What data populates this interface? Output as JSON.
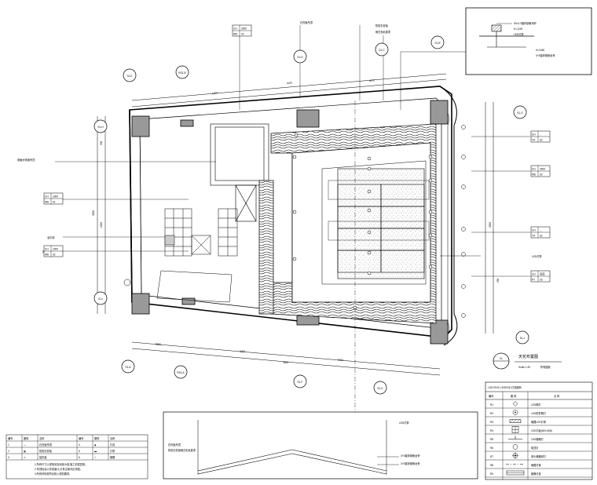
{
  "title_block": {
    "symbol": "01",
    "title": "天花布置图",
    "scale": "Scale 1:30",
    "subtitle": "所有图纸"
  },
  "legend": {
    "heading": "LIGHTING LEGEND 灯具图例",
    "columns": [
      "编号",
      "图 例",
      "名 称"
    ],
    "rows": [
      {
        "code": "R1",
        "symbol": "diamond",
        "name": "LED筒灯"
      },
      {
        "code": "R2",
        "symbol": "circle-dot",
        "name": "LED防雾筒灯"
      },
      {
        "code": "R3",
        "symbol": "strip",
        "name": "暗藏LED灯带"
      },
      {
        "code": "R4",
        "symbol": "grid-panel",
        "name": "LED平板(600×600)"
      },
      {
        "code": "R5",
        "symbol": "pendant",
        "name": "LED格栅灯"
      },
      {
        "code": "R6",
        "symbol": "circle",
        "name": "吸顶灯"
      },
      {
        "code": "R7",
        "symbol": "cross-circle",
        "name": "单头格栅射灯"
      },
      {
        "code": "R8",
        "symbol": "dash-line",
        "name": "暗藏灯管"
      },
      {
        "code": "R9",
        "symbol": "double-bar",
        "name": "格栅灯盘"
      }
    ]
  },
  "section_markers": [
    {
      "id": "S1-A",
      "label": "S1-A"
    },
    {
      "id": "S1-B",
      "label": "S1-B"
    },
    {
      "id": "S1-C",
      "label": "S1-C"
    },
    {
      "id": "S1-D",
      "label": "S1-D"
    },
    {
      "id": "S1-E",
      "label": "S1-E"
    },
    {
      "id": "S1-F",
      "label": "S1-F"
    },
    {
      "id": "S1-G",
      "label": "S1-G"
    },
    {
      "id": "S1-H",
      "label": "S1-H"
    },
    {
      "id": "S1-I",
      "label": "S1-I"
    },
    {
      "id": "S1-J",
      "label": "S1-J"
    },
    {
      "id": "RS1-A",
      "label": "RS1-A"
    },
    {
      "id": "RS1-B",
      "label": "RS1-B"
    }
  ],
  "ceiling_tags": [
    {
      "top": "CH",
      "top_val": "2500",
      "bottom": "WD",
      "bottom_val": "02"
    },
    {
      "top": "CH",
      "top_val": "...",
      "bottom": "TH",
      "bottom_val": "02"
    },
    {
      "top": "CH",
      "top_val": "2300",
      "bottom": "WD",
      "bottom_val": "01"
    },
    {
      "top": "CH",
      "top_val": "2500",
      "bottom": "WD",
      "bottom_val": "02"
    },
    {
      "top": "CH",
      "top_val": "...",
      "bottom": "TH",
      "bottom_val": "02"
    },
    {
      "top": "CH",
      "top_val": "2300",
      "bottom": "WD",
      "bottom_val": "02"
    },
    {
      "top": "CH",
      "top_val": "吊顶",
      "bottom": "PT",
      "bottom_val": "03"
    }
  ],
  "dimensions": {
    "top": [
      "4020",
      "1200",
      "3070"
    ],
    "bottom": [
      "5180",
      "3000",
      "3800",
      "2400"
    ],
    "left": [
      "930",
      "3200",
      "1200"
    ],
    "right": [
      "3200",
      "950"
    ]
  },
  "detail_note": {
    "lines": [
      "50×3.0镀锌钢管吊杆",
      "H=1200",
      "LED灯带",
      "H=2450",
      "3+4镀锌钢管龙骨"
    ]
  },
  "section_notes": {
    "lines": [
      "石膏板吊顶",
      "防霉石膏板刷白色乳胶漆",
      "LED灯带",
      "3+4镀锌钢管龙骨",
      "3+4镀锌钢管龙骨"
    ]
  },
  "bottom_table": {
    "rows": [
      [
        "编号",
        "图例",
        "名称",
        "编号",
        "图例",
        "名称"
      ],
      [
        "1",
        "—",
        "石膏板吊顶",
        "4",
        "◆",
        "灯具"
      ],
      [
        "2",
        "▦",
        "防霉石膏板",
        "5",
        "▬",
        "灯带"
      ],
      [
        "3",
        "✕",
        "铝扣板",
        "6",
        "═",
        "格栅"
      ]
    ],
    "notes": [
      "1.所有尺寸以现场实际测量为准,施工前需复核。",
      "2.吊顶标高以完成面计,灯具位置详见本图。",
      "3.所有材料需符合防火规范要求。"
    ]
  }
}
